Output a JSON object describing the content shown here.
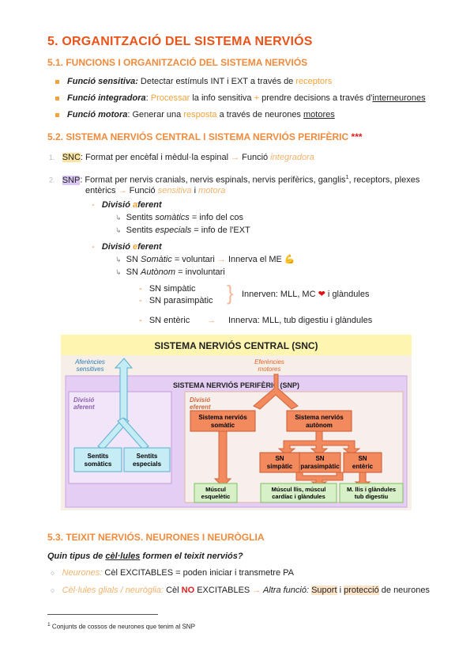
{
  "title": "5. ORGANITZACIÓ DEL SISTEMA NERVIÓS",
  "s51": {
    "heading": "5.1. FUNCIONS I ORGANITZACIÓ DEL SISTEMA NERVIÓS",
    "items": [
      {
        "label": "Funció sensitiva:",
        "t1": " Detectar estímuls INT i EXT a través de ",
        "hl": "receptors"
      },
      {
        "label": "Funció integradora",
        "colon": ": ",
        "hl1": "Processar",
        "t1": " la info sensitiva ",
        "plus": "+",
        "t2": " prendre decisions a través d'",
        "u": "interneurones"
      },
      {
        "label": "Funció motora",
        "colon": ": Generar una ",
        "hl": "resposta",
        "t1": " a través de neurones ",
        "u": "motores"
      }
    ]
  },
  "s52": {
    "heading": "5.2. SISTEMA NERVIÓS CENTRAL I SISTEMA NERVIÓS PERIFÈRIC",
    "stars": "***",
    "snc": {
      "num": "1.",
      "abbr": "SNC",
      "t1": ": Format per encèfal i mèdul·la espinal ",
      "arrow": "→",
      "t2": " Funció ",
      "fn": "integradora"
    },
    "snp": {
      "num": "2.",
      "abbr": "SNP",
      "t1": ": Format per nervis cranials, nervis espinals, nervis perifèrics, ganglis",
      "sup": "1",
      "t2": ", receptors, plexes",
      "t3": "entèrics ",
      "arrow": "→",
      "t4": " Funció ",
      "fn1": "sensitiva",
      "t5": " i ",
      "fn2": "motora"
    },
    "aferent": {
      "dash": "-",
      "pre": "Divisió ",
      "a": "a",
      "post": "ferent",
      "items": [
        {
          "pre": "Sentits ",
          "it": "somàtics",
          "post": " = info del cos"
        },
        {
          "pre": "Sentits ",
          "it": "especials",
          "post": " = info de l'EXT"
        }
      ]
    },
    "eferent": {
      "dash": "-",
      "pre": "Divisió ",
      "e": "e",
      "post": "ferent",
      "items": [
        {
          "pre": "SN ",
          "it": "Somàtic",
          "post": " = voluntari ",
          "arrow": "→",
          "post2": " Innerva el ME ",
          "emoji": "💪"
        },
        {
          "pre": "SN ",
          "it": "Autònom",
          "post": " = involuntari"
        }
      ],
      "sub": [
        "SN simpàtic",
        "SN parasimpàtic"
      ],
      "brace_text": "Innerven: MLL, MC ",
      "heart": "❤",
      "brace_tail": " i glàndules",
      "enteric": "SN entèric",
      "enteric_arrow": "→",
      "enteric_text": "Innerva: MLL, tub digestiu i glàndules"
    }
  },
  "diagram": {
    "snc": "SISTEMA NERVIÓS CENTRAL (SNC)",
    "snp": "SISTEMA NERVIÓS PERIFÈRIC (SNP)",
    "aferencies": [
      "Aferències",
      "sensitives"
    ],
    "eferencies": [
      "Eferències",
      "motores"
    ],
    "div_aferent": [
      "Divisió",
      "aferent"
    ],
    "div_eferent": [
      "Divisió",
      "eferent"
    ],
    "somatics": [
      "Sentits",
      "somàtics"
    ],
    "especials": [
      "Sentits",
      "especials"
    ],
    "sn_somatic": [
      "Sistema nerviós",
      "somàtic"
    ],
    "sn_autonom": [
      "Sistema nerviós",
      "autònom"
    ],
    "simpatic": [
      "SN",
      "simpàtic"
    ],
    "parasimpatic": [
      "SN",
      "parasimpàtic"
    ],
    "enteric": [
      "SN",
      "entèric"
    ],
    "musc1": [
      "Múscul",
      "esquelètic"
    ],
    "musc2": [
      "Múscul llis, múscul",
      "cardíac i glàndules"
    ],
    "musc3": [
      "M. llis i glàndules",
      "tub digestiu"
    ]
  },
  "s53": {
    "heading": "5.3. TEIXIT NERVIÓS. NEURONES I NEURÒGLIA",
    "question_a": "Quin tipus de ",
    "question_u": "cèl·lules",
    "question_b": " formen el teixit nerviós?",
    "item1": {
      "hl": "Neurones:",
      "t": " Cèl EXCITABLES = poden iniciar i transmetre PA"
    },
    "item2": {
      "hl": "Cèl·lules glials / neuròglia:",
      "t1": " Cèl ",
      "no": "NO",
      "t2": " EXCITABLES ",
      "arrow": "→",
      "it": " Altra funció:",
      "hl2": "Suport",
      "t3": " i ",
      "hl3": "protecció",
      "t4": " de neurones"
    }
  },
  "footnote": {
    "num": "1",
    "text": " Conjunts de cossos de neurones que tenim al SNP"
  },
  "colors": {
    "heading1": "#e8541a",
    "heading2": "#f08a3c",
    "accent": "#f2a33a",
    "snc_bar": "#fdf5b0",
    "snp_bg": "#e7d2f5",
    "node": "#f28a5e",
    "leaf": "#d7f0c8",
    "afferent": "#bfeaf3"
  }
}
